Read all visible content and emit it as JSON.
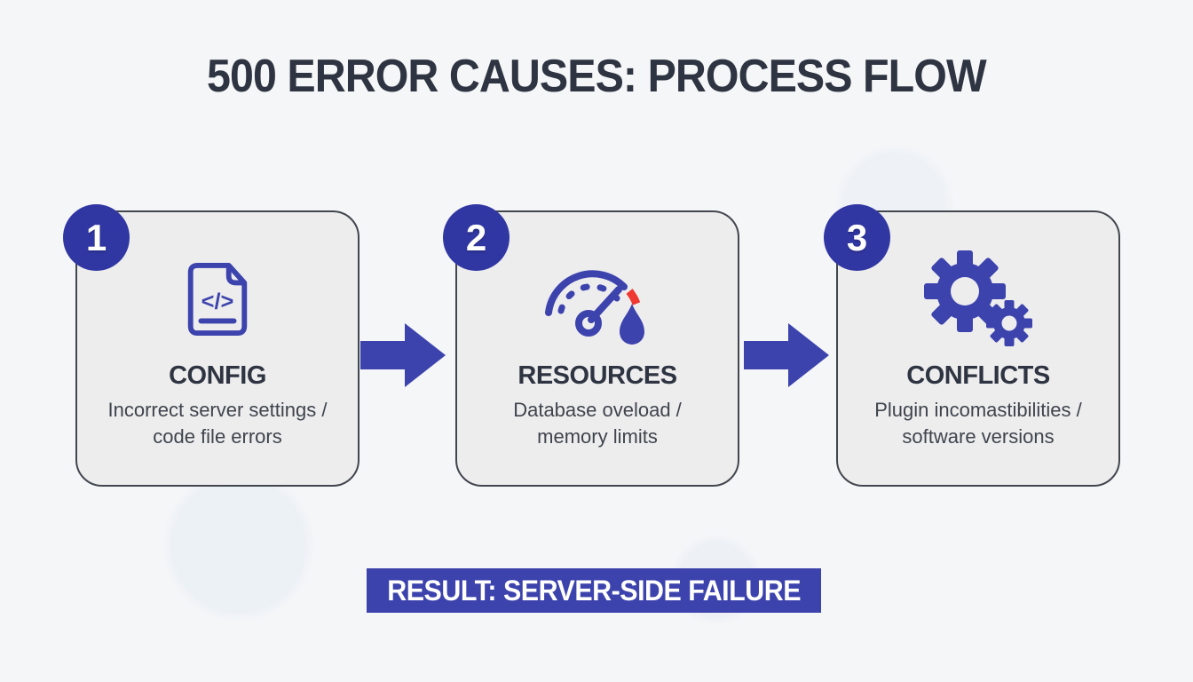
{
  "title": "500 ERROR CAUSES: PROCESS FLOW",
  "colors": {
    "page_bg": "#f5f6f8",
    "card_bg": "#ededee",
    "card_border": "#42464e",
    "indigo": "#3d43ad",
    "badge": "#3137a2",
    "accent_red": "#ee3831",
    "text_dark": "#2e3441",
    "text_body": "#3f444d"
  },
  "steps": [
    {
      "number": "1",
      "icon": "code-file-icon",
      "title": "CONFIG",
      "description_line1": "Incorrect server settings /",
      "description_line2": "code file errors"
    },
    {
      "number": "2",
      "icon": "gauge-icon",
      "title": "RESOURCES",
      "description_line1": "Database oveload /",
      "description_line2": "memory limits"
    },
    {
      "number": "3",
      "icon": "gears-icon",
      "title": "CONFLICTS",
      "description_line1": "Plugin incomastibilities /",
      "description_line2": "software versions"
    }
  ],
  "code_icon_glyph": "</>",
  "result_banner": {
    "label": "RESULT: SERVER-SIDE FAILURE"
  }
}
